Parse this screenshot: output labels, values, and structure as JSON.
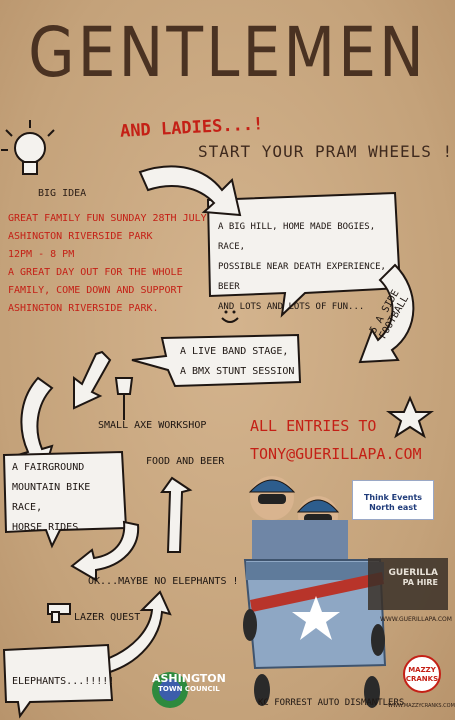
{
  "title": "GENTLEMEN",
  "subtitle_ladies": "AND LADIES...!",
  "tagline": "START YOUR PRAM WHEELS !",
  "big_idea_label": "BIG IDEA",
  "event_info": {
    "line1": "GREAT FAMILY FUN SUNDAY 28TH JULY",
    "line2": "ASHINGTON RIVERSIDE PARK",
    "line3": "12PM  -  8 PM",
    "line4": "A GREAT DAY OUT FOR THE WHOLE",
    "line5": "FAMILY, COME DOWN AND SUPPORT",
    "line6": "ASHINGTON RIVERSIDE PARK."
  },
  "big_hill_bubble": {
    "line1": "A BIG HILL, HOME MADE BOGIES, RACE,",
    "line2": "POSSIBLE NEAR DEATH EXPERIENCE, BEER",
    "line3": "AND LOTS AND LOTS OF FUN..."
  },
  "live_band_bubble": {
    "line1": "A LIVE BAND STAGE,",
    "line2": "A BMX STUNT SESSION"
  },
  "five_a_side": "5 A SIDE FOOTBALL",
  "axe_workshop": "SMALL AXE WORKSHOP",
  "fairground_bubble": {
    "line1": "A FAIRGROUND",
    "line2": "MOUNTAIN BIKE RACE,",
    "line3": "HORSE RIDES"
  },
  "food_beer": "FOOD AND BEER",
  "elephants_maybe": "OK...MAYBE NO ELEPHANTS !",
  "laser_quest": "LAZER QUEST",
  "elephants": "ELEPHANTS...!!!!!",
  "entries": {
    "line1": "ALL ENTRIES TO",
    "email": "TONY@GUERILLAPA.COM"
  },
  "think_events": {
    "line1": "Think Events",
    "line2": "North east"
  },
  "guerilla": {
    "line1": "GUERILLA",
    "line2": "PA HIRE",
    "url": "WWW.GUERILLAPA.COM"
  },
  "ashington": {
    "line1": "ASHINGTON",
    "line2": "TOWN COUNCIL"
  },
  "dismantlers": "KC FORREST AUTO DISMANTLERS",
  "mazzy": {
    "line1": "MAZZY",
    "line2": "CRANKS",
    "url": "WWW.MAZZYCRANKS.COM"
  },
  "colors": {
    "background": "#c9a882",
    "title": "#4a3222",
    "accent_red": "#c42016"
  }
}
